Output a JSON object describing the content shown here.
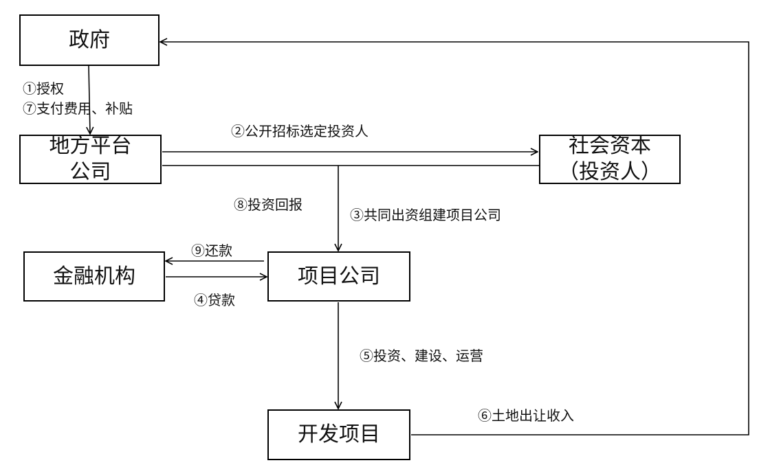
{
  "boxes": {
    "government": "政府",
    "platform_line1": "地方平台",
    "platform_line2": "公司",
    "social_line1": "社会资本",
    "social_line2": "（投资人）",
    "financial": "金融机构",
    "project_company": "项目公司",
    "development": "开发项目"
  },
  "labels": {
    "authorize": "①授权",
    "pay_fees": "⑦支付费用、补贴",
    "tender": "②公开招标选定投资人",
    "return": "⑧投资回报",
    "cofund": "③共同出资组建项目公司",
    "repay": "⑨还款",
    "loan": "④贷款",
    "build": "⑤投资、建设、运营",
    "land_income": "⑥土地出让收入"
  },
  "colors": {
    "line": "#000000",
    "text": "#111111",
    "background": "#ffffff"
  }
}
